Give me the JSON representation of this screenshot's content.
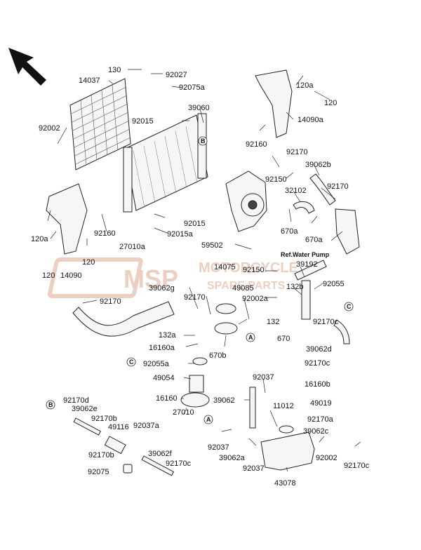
{
  "labels": {
    "p130": "130",
    "p92027": "92027",
    "p92075a": "92075a",
    "p14037": "14037",
    "p92015": "92015",
    "p39060": "39060",
    "p92002": "92002",
    "p120a_top": "120a",
    "p120_top": "120",
    "p14090a": "14090a",
    "p92160_top": "92160",
    "p92170_top": "92170",
    "p39062b": "39062b",
    "p92150_top": "92150",
    "p32102": "32102",
    "p92170_r": "92170",
    "p670a_1": "670a",
    "p670a_2": "670a",
    "p120a_left": "120a",
    "p92160_left": "92160",
    "p27010a": "27010a",
    "p92015_mid": "92015",
    "p92015a": "92015a",
    "p59502": "59502",
    "ref_water_pump": "Ref.Water Pump",
    "p120_l1": "120",
    "p14090": "14090",
    "p120_l2": "120",
    "p92150_mid": "92150",
    "p39192": "39192",
    "p14075": "14075",
    "p49085": "49085",
    "p132b": "132b",
    "p92055": "92055",
    "p39062g": "39062g",
    "p92170_mid": "92170",
    "p92002a": "92002a",
    "p92170_left": "92170",
    "p132": "132",
    "p670": "670",
    "p92170c_1": "92170c",
    "p132a": "132a",
    "p16160a": "16160a",
    "p670b": "670b",
    "p39062d": "39062d",
    "p92055a": "92055a",
    "p92170c_2": "92170c",
    "p49054": "49054",
    "p92037_1": "92037",
    "p16160b": "16160b",
    "p16160": "16160",
    "p39062": "39062",
    "p49019": "49019",
    "p92170d": "92170d",
    "p11012": "11012",
    "p39062e": "39062e",
    "p92170a": "92170a",
    "p92170b_1": "92170b",
    "p27010": "27010",
    "p39062c": "39062c",
    "p49116": "49116",
    "p92037a": "92037a",
    "p92037_2": "92037",
    "p92002_b": "92002",
    "p92170b_2": "92170b",
    "p39062a": "39062a",
    "p39062f": "39062f",
    "p92170c_3": "92170c",
    "p92037_3": "92037",
    "p92170c_4": "92170c",
    "p92075": "92075",
    "p43078": "43078"
  },
  "callouts": {
    "A": "A",
    "B": "B",
    "C": "C"
  },
  "watermark": {
    "logo": "MSP",
    "line1": "MOTORCYCLE",
    "line2": "SPARE PARTS"
  }
}
